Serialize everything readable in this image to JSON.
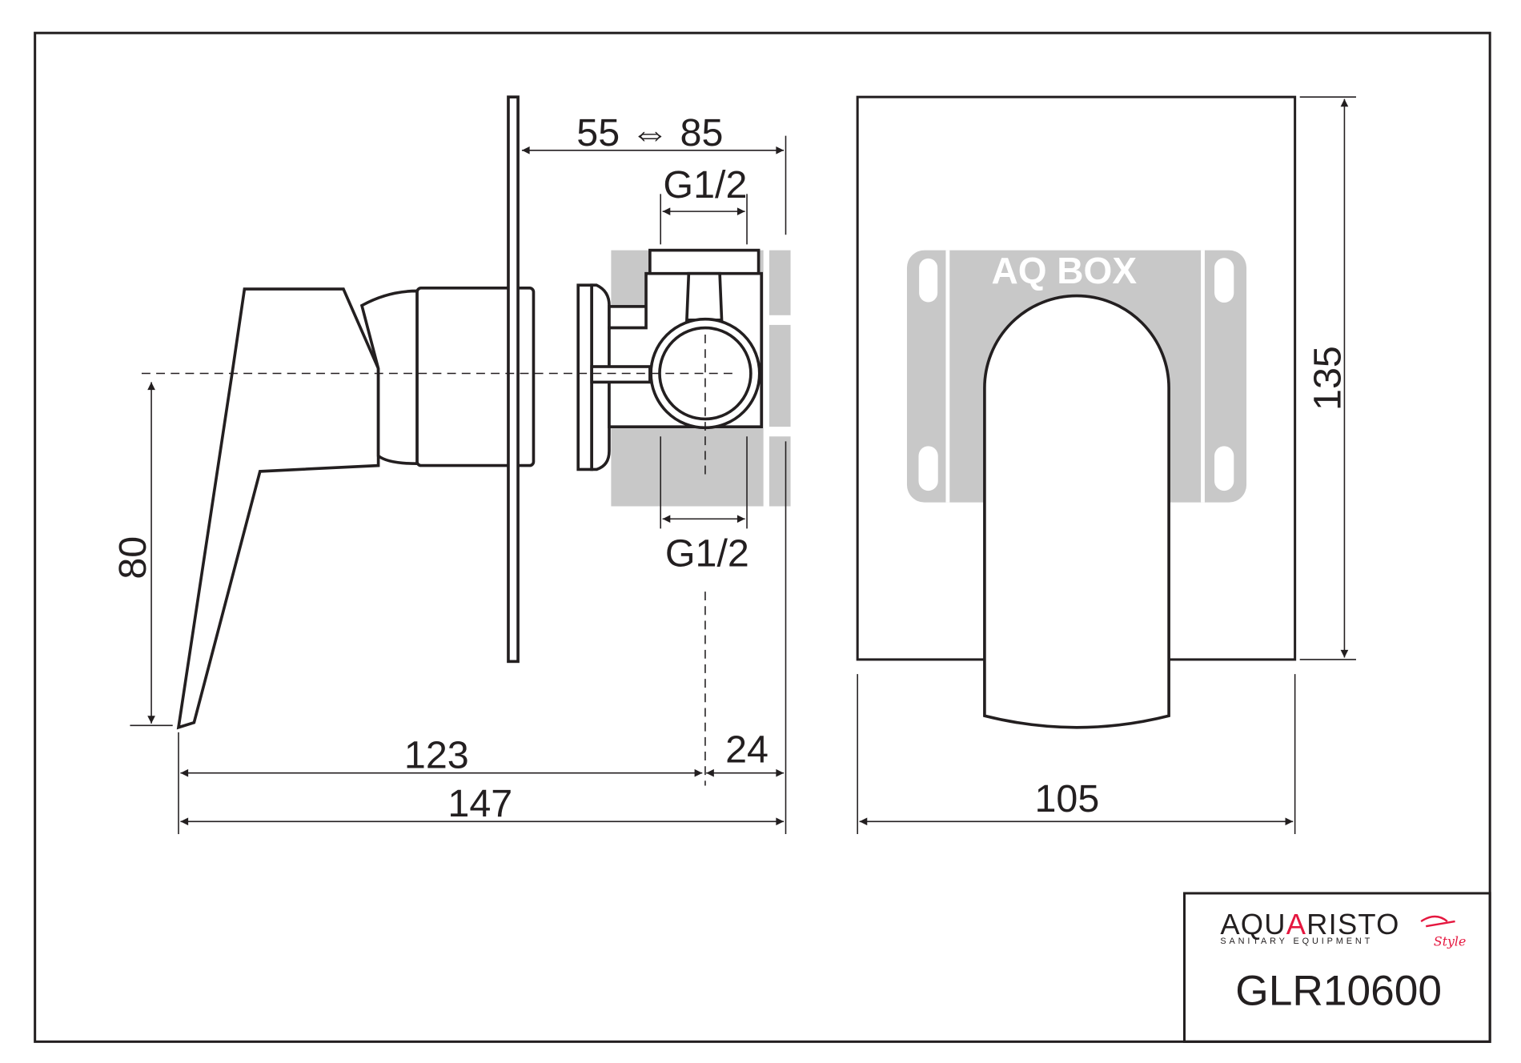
{
  "dimensions": {
    "depth_range": "55 ⇔ 85",
    "thread_top": "G1/2",
    "thread_bottom": "G1/2",
    "handle_height": "80",
    "length_to_center": "123",
    "center_to_back": "24",
    "total_length": "147",
    "plate_width": "105",
    "plate_height": "135"
  },
  "box_label": "AQ BOX",
  "title_block": {
    "brand": "AQUARISTO",
    "brand_subtitle": "SANITARY EQUIPMENT",
    "brand_script": "Style",
    "model": "GLR10600"
  },
  "colors": {
    "line": "#231f20",
    "box_gray": "#c8c8c8",
    "brand_red": "#e5173f"
  }
}
